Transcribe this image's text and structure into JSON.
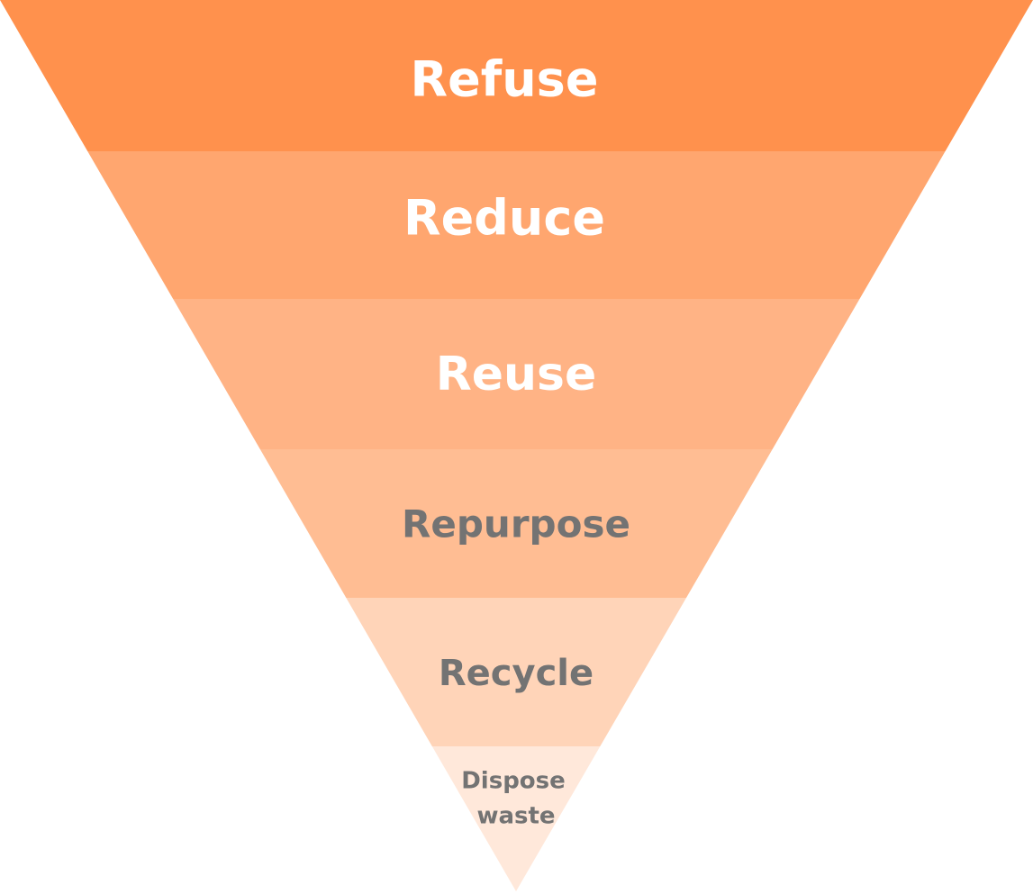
{
  "diagram": {
    "type": "inverted-pyramid",
    "levels": [
      {
        "label": "Refuse",
        "color": "#FF914D",
        "text_color": "#FFFFFF"
      },
      {
        "label": "Reduce",
        "color": "#FFA66F",
        "text_color": "#FFFFFF"
      },
      {
        "label": "Reuse",
        "color": "#FFB385",
        "text_color": "#FFFFFF"
      },
      {
        "label": "Repurpose",
        "color": "#FFBD93",
        "text_color": "#737373"
      },
      {
        "label": "Recycle",
        "color": "#FFD4B8",
        "text_color": "#737373"
      },
      {
        "label_lines": [
          "Dispose",
          "waste"
        ],
        "color": "#FFE8DA",
        "text_color": "#737373"
      }
    ]
  }
}
